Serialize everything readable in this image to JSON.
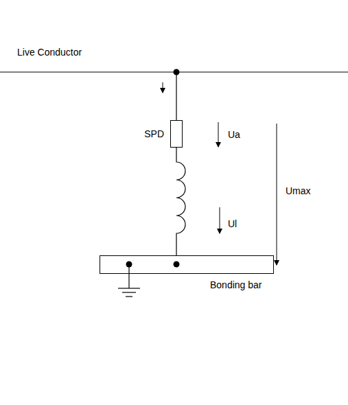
{
  "diagram": {
    "nodes": [
      {
        "text": [
          "SPD"
        ]
      },
      {
        "text": [
          "Bonding bar"
        ]
      }
    ],
    "edges": [
      {
        "from": 0,
        "to": 1,
        "arrow": "none"
      }
    ],
    "labels": [
      "Live Conductor",
      "Ua",
      "Umax",
      "Ul"
    ]
  }
}
